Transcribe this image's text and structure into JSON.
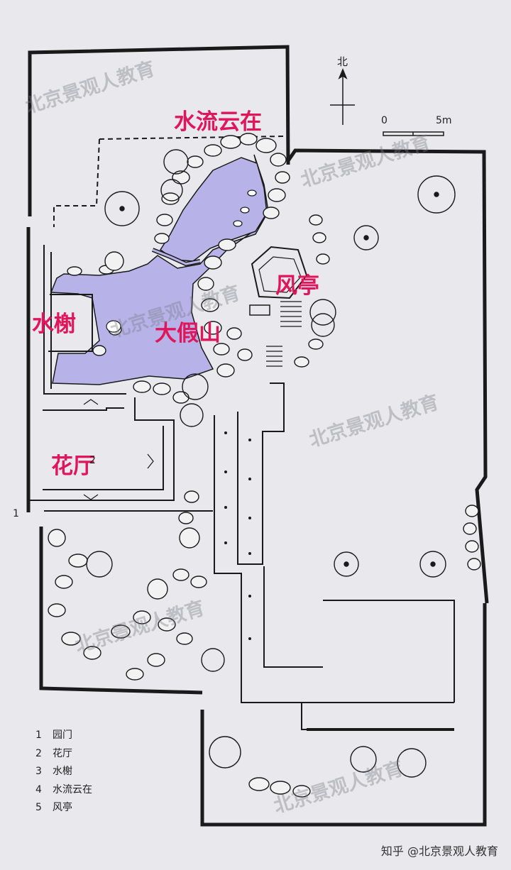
{
  "labels": {
    "water_view": "水流云在",
    "wind_pavilion": "风亭",
    "water_pavilion": "水榭",
    "rockery": "大假山",
    "flower_hall": "花厅"
  },
  "numbers": {
    "n1": "1",
    "n2": "2"
  },
  "legend": [
    {
      "num": "1",
      "text": "园门"
    },
    {
      "num": "2",
      "text": "花厅"
    },
    {
      "num": "3",
      "text": "水榭"
    },
    {
      "num": "4",
      "text": "水流云在"
    },
    {
      "num": "5",
      "text": "风亭"
    }
  ],
  "north_arrow": "北",
  "scale": {
    "zero": "0",
    "five": "5m"
  },
  "watermark": "北京景观人教育",
  "credit": "知乎 @北京景观人教育",
  "colors": {
    "pond": "#b7b3e8",
    "label": "#e0165a",
    "line": "#1a1a1a",
    "paper": "#e9e8ec"
  }
}
